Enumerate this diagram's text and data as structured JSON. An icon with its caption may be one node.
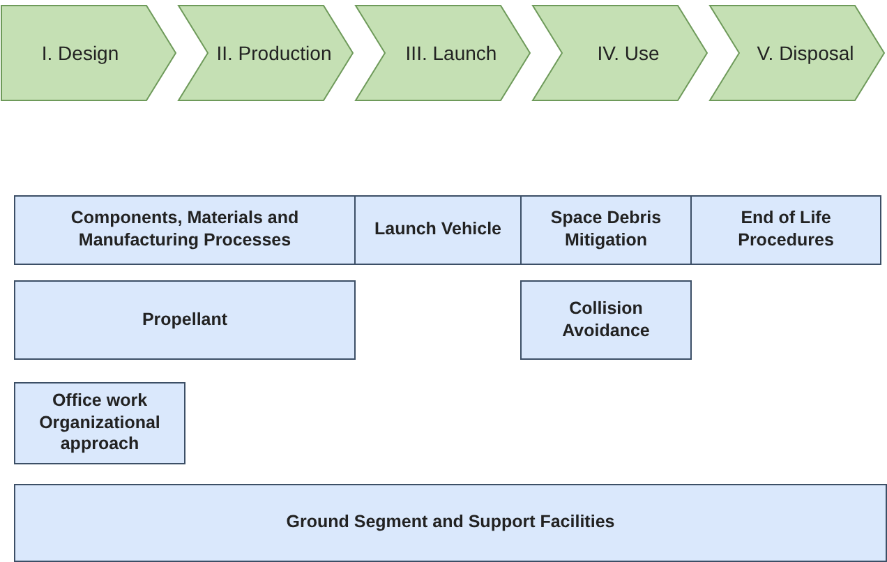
{
  "diagram": {
    "nodes": [
      {
        "text": [
          "I. Design"
        ]
      },
      {
        "text": [
          "II. Production"
        ]
      },
      {
        "text": [
          "III.  Launch"
        ]
      },
      {
        "text": [
          "IV. Use"
        ]
      },
      {
        "text": [
          "V. Disposal"
        ]
      },
      {
        "text": [
          "Components, Materials and Manufacturing Processes"
        ]
      },
      {
        "text": [
          "Launch Vehicle"
        ]
      },
      {
        "text": [
          "Space Debris Mitigation"
        ]
      },
      {
        "text": [
          "End of Life Procedures"
        ]
      },
      {
        "text": [
          "Propellant"
        ]
      },
      {
        "text": [
          "Collision Avoidance"
        ]
      },
      {
        "text": [
          "Office work Organizational approach"
        ]
      },
      {
        "text": [
          "Ground Segment and Support Facilities"
        ]
      }
    ],
    "edges": []
  }
}
